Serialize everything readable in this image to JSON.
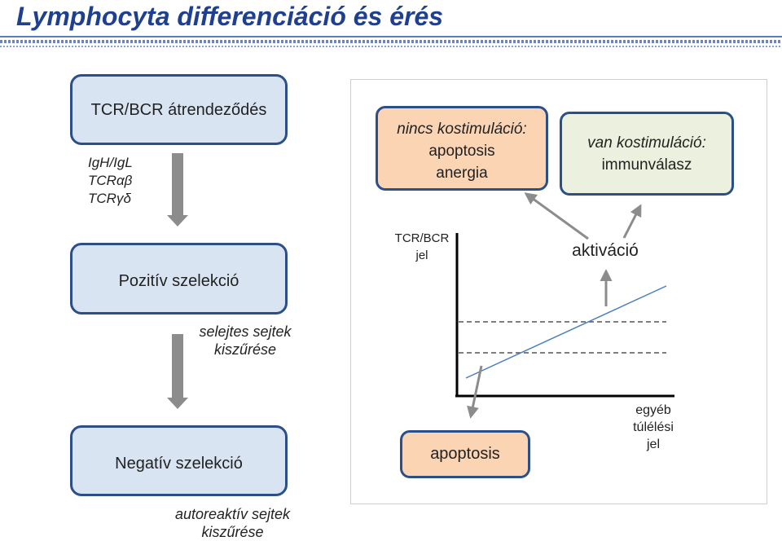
{
  "title": "Lymphocyta differenciáció és érés",
  "left_flow": {
    "box1_label": "TCR/BCR átrendeződés",
    "receptors": [
      "IgH/IgL",
      "TCRαβ",
      "TCRγδ"
    ],
    "box2_label": "Pozitív szelekció",
    "note1_lines": [
      "selejtes sejtek",
      "kiszűrése"
    ],
    "box3_label": "Negatív szelekció",
    "note2_lines": [
      "autoreaktív sejtek",
      "kiszűrése"
    ]
  },
  "right_panel": {
    "no_costim": {
      "heading": "nincs kostimuláció:",
      "lines": [
        "apoptosis",
        "anergia"
      ]
    },
    "costim": {
      "heading": "van kostimuláció:",
      "lines": [
        "immunválasz"
      ]
    },
    "axis_label_lines": [
      "TCR/BCR",
      "jel"
    ],
    "activation_label": "aktiváció",
    "apoptosis_box": "apoptosis",
    "survival_label_lines": [
      "egyéb",
      "túlélési",
      "jel"
    ]
  },
  "colors": {
    "title": "#1f3f8f",
    "box_fill": "#d9e4f3",
    "box_border": "#2c4f87",
    "orange_fill": "#fbd4b4",
    "green_fill": "#ebf1de",
    "arrow_gray": "#8c8c8c",
    "signal_line": "#4a7ec0"
  },
  "icons": [
    "down-arrow-icon",
    "up-arrow-icon",
    "diagonal-arrow-icon"
  ]
}
